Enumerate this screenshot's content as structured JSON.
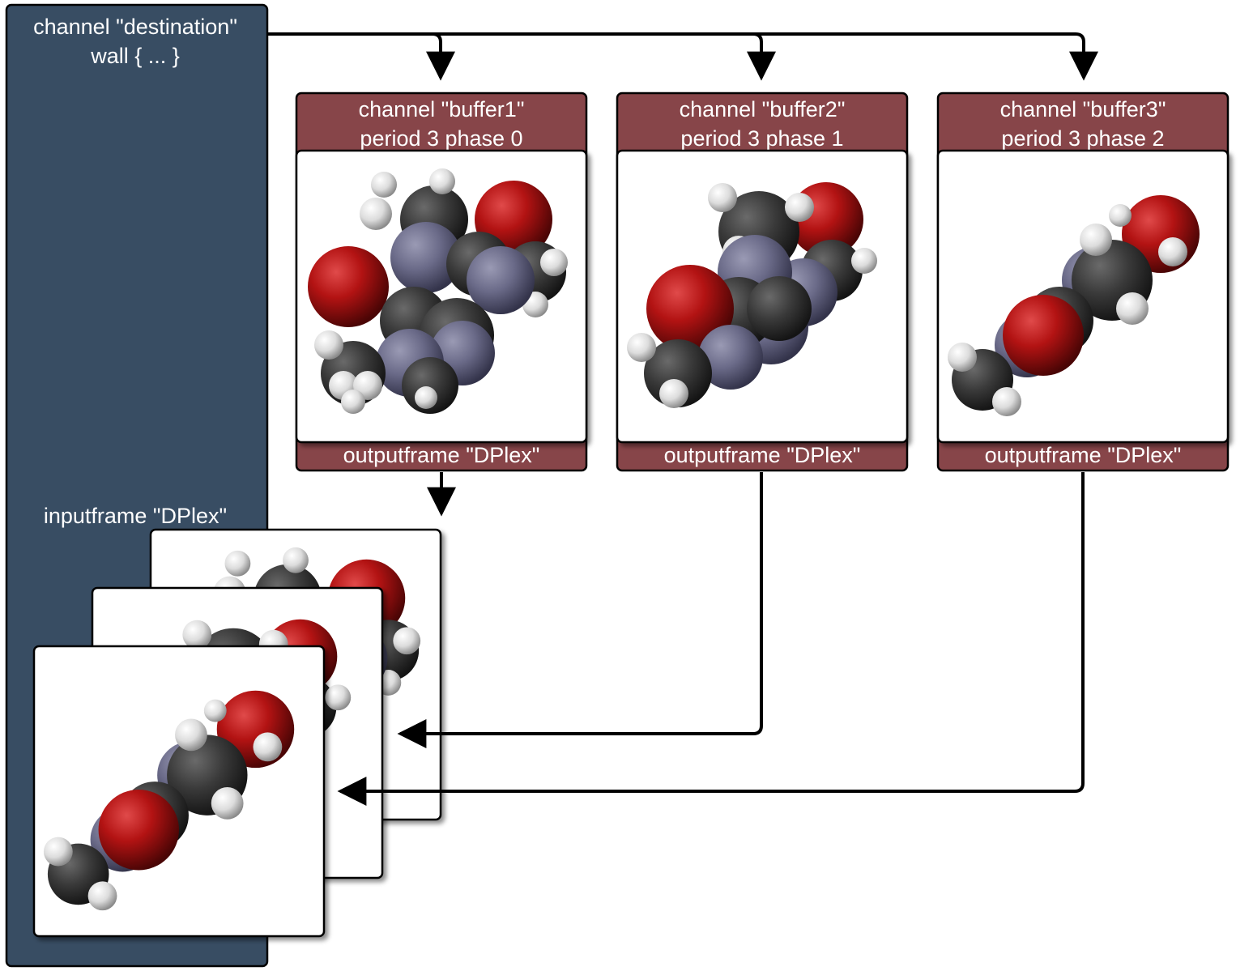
{
  "colors": {
    "destination_panel": "#384d63",
    "buffer_header": "#874549",
    "arrow": "#000000",
    "oxygen": "#bb1212",
    "carbon": "#3a3a3a",
    "nitrogen": "#6e6e8c",
    "hydrogen": "#e2e2e2"
  },
  "destination": {
    "title_line1": "channel \"destination\"",
    "title_line2": "wall { ... }",
    "inputframe_label": "inputframe \"DPlex\""
  },
  "buffers": [
    {
      "title_line1": "channel \"buffer1\"",
      "title_line2": "period 3 phase 0",
      "outputframe_label": "outputframe \"DPlex\""
    },
    {
      "title_line1": "channel \"buffer2\"",
      "title_line2": "period 3 phase 1",
      "outputframe_label": "outputframe \"DPlex\""
    },
    {
      "title_line1": "channel \"buffer3\"",
      "title_line2": "period 3 phase 2",
      "outputframe_label": "outputframe \"DPlex\""
    }
  ]
}
